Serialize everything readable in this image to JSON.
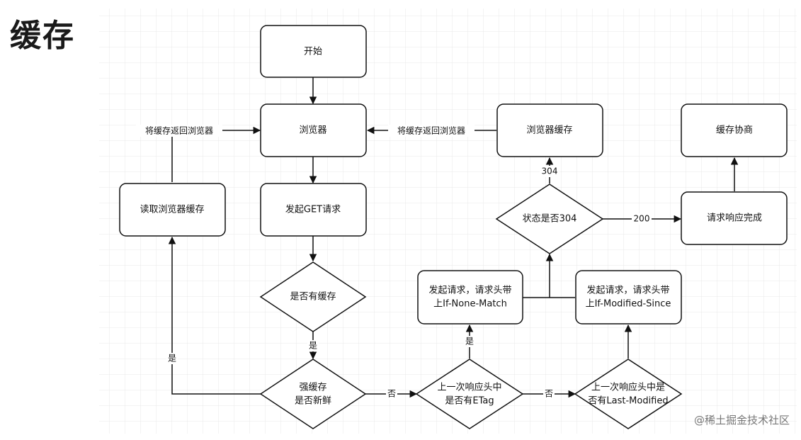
{
  "title": "缓存",
  "watermark": "@稀土掘金技术社区",
  "nodes": {
    "start": "开始",
    "browser": "浏览器",
    "browser_cache": "浏览器缓存",
    "cache_negotiation": "缓存协商",
    "read_cache": "读取浏览器缓存",
    "send_get": "发起GET请求",
    "status_304": "状态是否304",
    "response_done": "请求响应完成",
    "req_none_match": [
      "发起请求，请求头带",
      "上If-None-Match"
    ],
    "req_modified_since": [
      "发起请求，请求头带",
      "上If-Modified-Since"
    ],
    "has_cache": "是否有缓存",
    "strong_cache": [
      "强缓存",
      "是否新鲜"
    ],
    "has_etag": [
      "上一次响应头中",
      "是否有ETag"
    ],
    "has_last_modified": [
      "上一次响应头中是",
      "否有Last-Modified"
    ]
  },
  "edges": {
    "return_left": "将缓存返回浏览器",
    "return_right": "将缓存返回浏览器",
    "label_304": "304",
    "label_200": "200",
    "yes_cache": "是",
    "yes_fresh": "是",
    "no_fresh": "否",
    "yes_etag": "是",
    "no_etag": "否"
  }
}
